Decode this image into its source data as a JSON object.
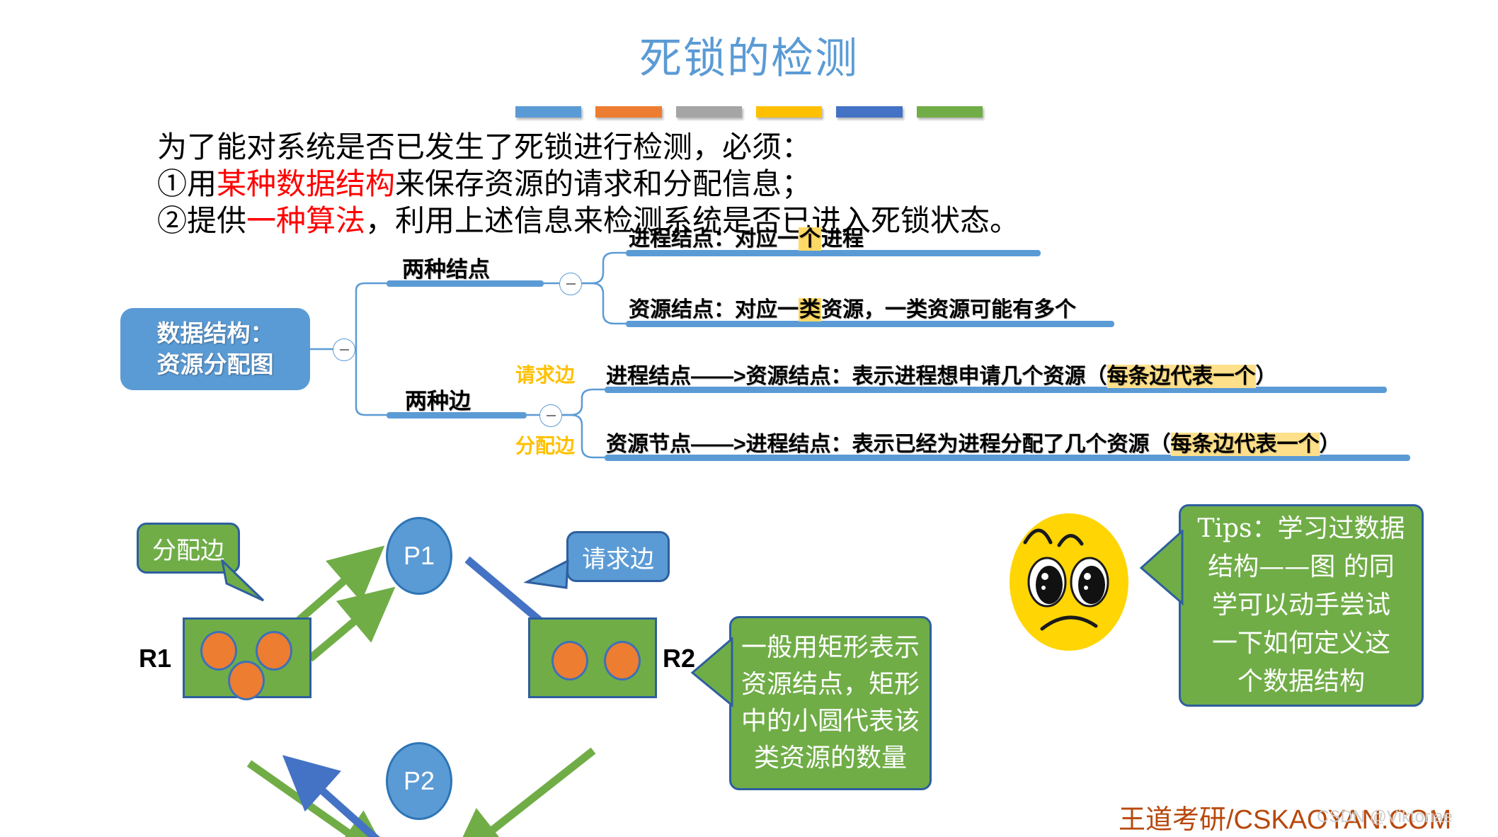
{
  "slide": {
    "title": "死锁的检测",
    "title_color": "#5B9BD5",
    "color_bars": [
      "#5B9BD5",
      "#ED7D31",
      "#A5A5A5",
      "#FFC000",
      "#4472C4",
      "#70AD47"
    ]
  },
  "intro": {
    "line1": "为了能对系统是否已发生了死锁进行检测，必须：",
    "line2_pre": "①用",
    "line2_red": "某种数据结构",
    "line2_post": "来保存资源的请求和分配信息；",
    "line3_pre": "②提供",
    "line3_red": "一种算法",
    "line3_post": "，利用上述信息来检测系统是否已进入死锁状态。"
  },
  "mindmap": {
    "root": {
      "line1": "数据结构：",
      "line2": "资源分配图"
    },
    "branch_nodes": {
      "label": "两种结点"
    },
    "branch_edges": {
      "label": "两种边"
    },
    "leaf_process_node": {
      "a": "进程结点：对应一",
      "hl": "个",
      "b": "进程"
    },
    "leaf_resource_node": {
      "a": "资源结点：对应一",
      "hl": "类",
      "b": "资源，一类资源可能有多个"
    },
    "edge_request": {
      "tag": "请求边",
      "text": "进程结点——>资源结点：表示进程想申请几个资源（",
      "hl": "每条边代表一个",
      "tail": "）"
    },
    "edge_assign": {
      "tag": "分配边",
      "text": "资源节点——>进程结点：表示已经为进程分配了几个资源（",
      "hl": "每条边代表一个",
      "tail": "）"
    }
  },
  "graph": {
    "nodes": {
      "p1": "P1",
      "p2": "P2",
      "r1_label": "R1",
      "r2_label": "R2"
    },
    "resource_counts": {
      "r1": 3,
      "r2": 2
    },
    "callout_assign_edge": "分配边",
    "callout_request_edge": "请求边",
    "callout_rect_note": [
      "一般用矩形表示",
      "资源结点，矩形",
      "中的小圆代表该",
      "类资源的数量"
    ],
    "callout_tips": [
      "Tips：学习过数据",
      "结构——图 的同",
      "学可以动手尝试",
      "一下如何定义这",
      "个数据结构"
    ]
  },
  "footer": {
    "brand": "王道考研/CSKAOYAN.COM",
    "watermark": "CSDN @Viktoriae"
  },
  "colors": {
    "accent_blue": "#5B9BD5",
    "green": "#70AD47",
    "orange": "#ED7D31",
    "yellow_highlight": "#FFD966",
    "red": "#FF0000",
    "brand_orange": "#B8480B"
  }
}
